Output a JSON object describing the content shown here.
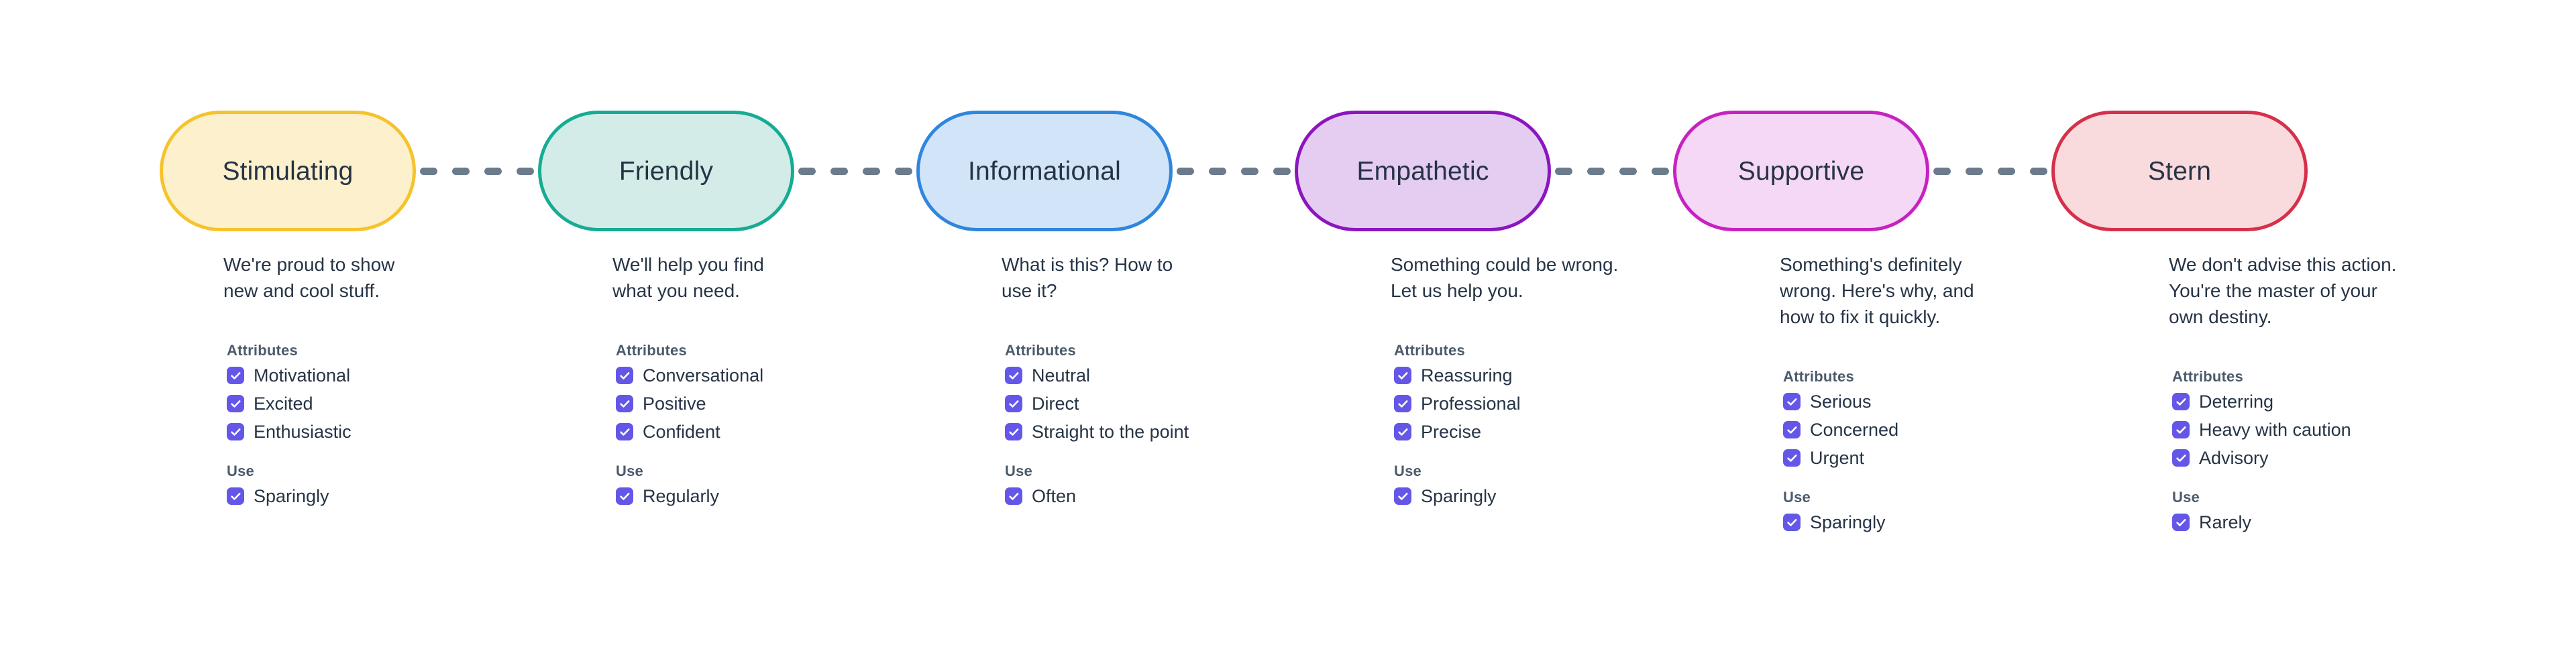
{
  "theme": {
    "background": "#ffffff",
    "text_color": "#263445",
    "group_title_color": "#4b5b6b",
    "checkbox_color": "#6457e8",
    "connector_color": "#6b7b8c"
  },
  "connector": {
    "dash_count": 4,
    "icon": "dashed-line-icon"
  },
  "labels": {
    "attributes_title": "Attributes",
    "use_title": "Use"
  },
  "tones": [
    {
      "id": "stimulating",
      "name": "Stimulating",
      "fill": "#fdf0cd",
      "border": "#f5c32c",
      "description": "We're proud to show\nnew and cool stuff.",
      "attributes": [
        "Motivational",
        "Excited",
        "Enthusiastic"
      ],
      "use": [
        "Sparingly"
      ]
    },
    {
      "id": "friendly",
      "name": "Friendly",
      "fill": "#d3ece7",
      "border": "#16ac94",
      "description": "We'll help you find\nwhat you need.",
      "attributes": [
        "Conversational",
        "Positive",
        "Confident"
      ],
      "use": [
        "Regularly"
      ]
    },
    {
      "id": "informational",
      "name": "Informational",
      "fill": "#d2e5f8",
      "border": "#3086dd",
      "description": "What is this? How to\nuse it?",
      "attributes": [
        "Neutral",
        "Direct",
        "Straight to the point"
      ],
      "use": [
        "Often"
      ]
    },
    {
      "id": "empathetic",
      "name": "Empathetic",
      "fill": "#e5cdf2",
      "border": "#8b16c0",
      "description": "Something could be wrong.\nLet us help you.",
      "attributes": [
        "Reassuring",
        "Professional",
        "Precise"
      ],
      "use": [
        "Sparingly"
      ]
    },
    {
      "id": "supportive",
      "name": "Supportive",
      "fill": "#f5d8f5",
      "border": "#c722c1",
      "description": "Something's definitely\nwrong. Here's why, and\nhow to fix it quickly.",
      "attributes": [
        "Serious",
        "Concerned",
        "Urgent"
      ],
      "use": [
        "Sparingly"
      ]
    },
    {
      "id": "stern",
      "name": "Stern",
      "fill": "#f9dadd",
      "border": "#d6304a",
      "description": "We don't advise this action.\nYou're the master of your\nown destiny.",
      "attributes": [
        "Deterring",
        "Heavy with caution",
        "Advisory"
      ],
      "use": [
        "Rarely"
      ]
    }
  ]
}
